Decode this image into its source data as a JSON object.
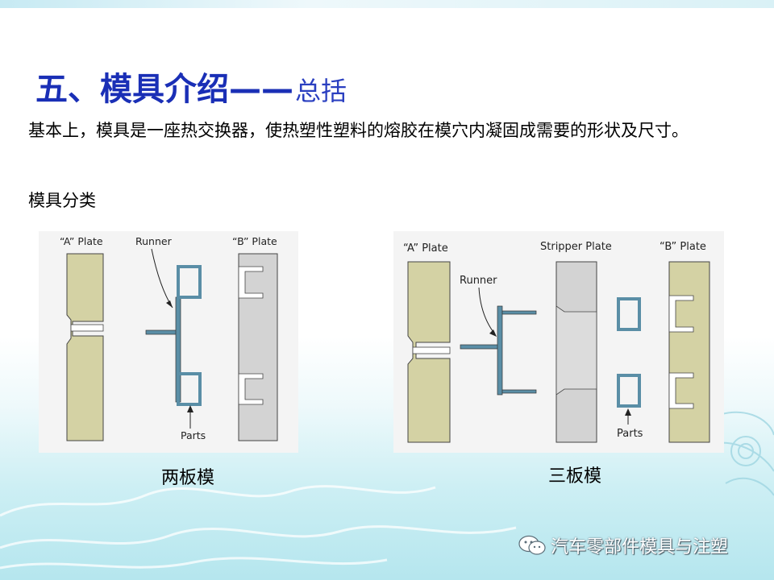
{
  "slide": {
    "title_main": "五、模具介绍",
    "title_dash": "——",
    "title_sub": "总括",
    "body_text": "基本上，模具是一座热交换器，使热塑性塑料的熔胶在模穴内凝固成需要的形状及尺寸。",
    "section_label": "模具分类"
  },
  "diagram_two_plate": {
    "label_a_plate": "“A” Plate",
    "label_runner": "Runner",
    "label_b_plate": "“B” Plate",
    "label_parts": "Parts",
    "caption": "两板模"
  },
  "diagram_three_plate": {
    "label_a_plate": "“A” Plate",
    "label_stripper": "Stripper Plate",
    "label_b_plate": "“B” Plate",
    "label_runner": "Runner",
    "label_parts": "Parts",
    "caption": "三板模"
  },
  "watermark": {
    "text": "汽车零部件模具与注塑",
    "icon": "wechat-icon"
  },
  "colors": {
    "title_blue": "#1a2fb6",
    "plate_fill": "#d4d2a4",
    "plate_gray": "#d3d3d3",
    "runner_fill": "#5a8ea6",
    "part_fill": "#b9d7e2"
  }
}
